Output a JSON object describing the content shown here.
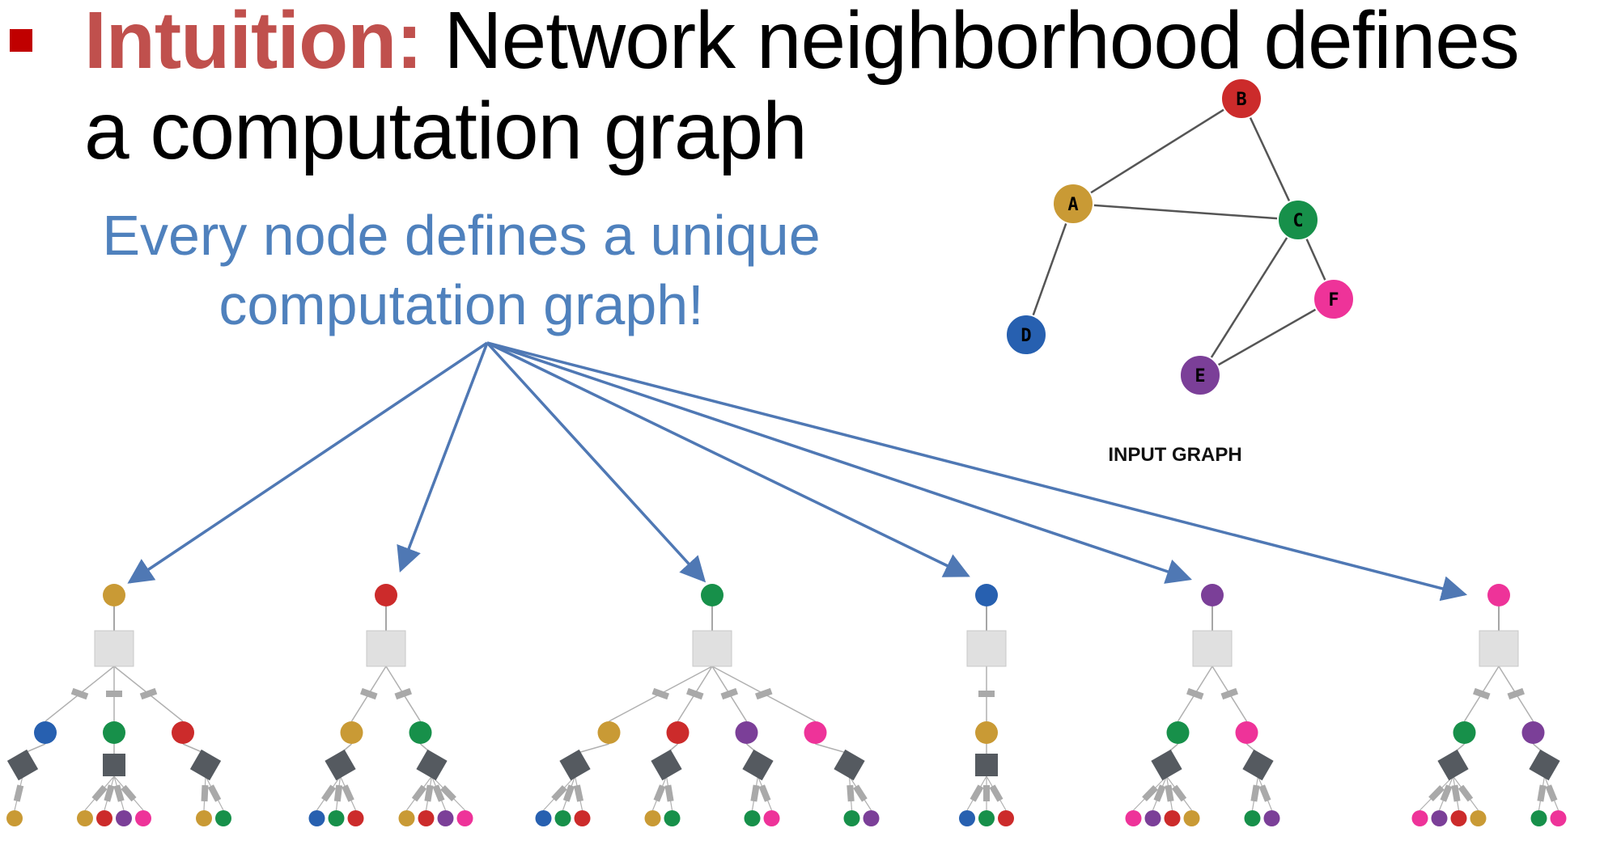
{
  "slide": {
    "title_keyword": "Intuition:",
    "title_rest": " Network neighborhood defines a computation graph",
    "callout_line1": "Every node defines a unique",
    "callout_line2": "computation graph!"
  },
  "colors": {
    "bullet": "#c00000",
    "keyword": "#c0504d",
    "callout": "#4f81bd",
    "arrow": "#4f78b4",
    "aggregator_box": "#e0e0e0",
    "neural_box": "#555a60",
    "edge": "#555555"
  },
  "input_graph": {
    "caption": "INPUT GRAPH",
    "nodes": [
      {
        "id": "A",
        "label": "A",
        "color": "#c99a35"
      },
      {
        "id": "B",
        "label": "B",
        "color": "#cc2b2b"
      },
      {
        "id": "C",
        "label": "C",
        "color": "#17904a"
      },
      {
        "id": "D",
        "label": "D",
        "color": "#2760b0"
      },
      {
        "id": "E",
        "label": "E",
        "color": "#7b3f98"
      },
      {
        "id": "F",
        "label": "F",
        "color": "#ee3399"
      }
    ],
    "edges": [
      [
        "A",
        "B"
      ],
      [
        "A",
        "C"
      ],
      [
        "B",
        "C"
      ],
      [
        "A",
        "D"
      ],
      [
        "C",
        "E"
      ],
      [
        "C",
        "F"
      ],
      [
        "E",
        "F"
      ]
    ]
  },
  "computation_graphs": [
    {
      "root": "A",
      "neighbors": [
        {
          "node": "D",
          "children": [
            "A"
          ]
        },
        {
          "node": "C",
          "children": [
            "A",
            "B",
            "E",
            "F"
          ]
        },
        {
          "node": "B",
          "children": [
            "A",
            "C"
          ]
        }
      ]
    },
    {
      "root": "B",
      "neighbors": [
        {
          "node": "A",
          "children": [
            "D",
            "C",
            "B"
          ]
        },
        {
          "node": "C",
          "children": [
            "A",
            "B",
            "E",
            "F"
          ]
        }
      ]
    },
    {
      "root": "C",
      "neighbors": [
        {
          "node": "A",
          "children": [
            "D",
            "C",
            "B"
          ]
        },
        {
          "node": "B",
          "children": [
            "A",
            "C"
          ]
        },
        {
          "node": "E",
          "children": [
            "C",
            "F"
          ]
        },
        {
          "node": "F",
          "children": [
            "C",
            "E"
          ]
        }
      ]
    },
    {
      "root": "D",
      "neighbors": [
        {
          "node": "A",
          "children": [
            "D",
            "C",
            "B"
          ]
        }
      ]
    },
    {
      "root": "E",
      "neighbors": [
        {
          "node": "C",
          "children": [
            "F",
            "E",
            "B",
            "A"
          ]
        },
        {
          "node": "F",
          "children": [
            "C",
            "E"
          ]
        }
      ]
    },
    {
      "root": "F",
      "neighbors": [
        {
          "node": "C",
          "children": [
            "F",
            "E",
            "B",
            "A"
          ]
        },
        {
          "node": "E",
          "children": [
            "C",
            "F"
          ]
        }
      ]
    }
  ]
}
